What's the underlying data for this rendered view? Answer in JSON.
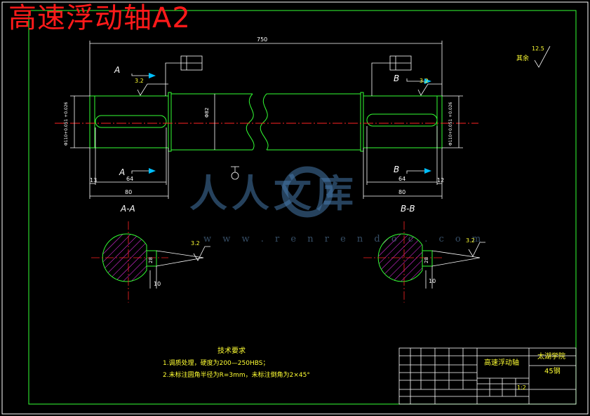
{
  "title": "高速浮动轴A2",
  "watermark": {
    "text": "人人文库",
    "url": "w w w . r e n r e n d o c . c o m"
  },
  "dims": {
    "total_length": "750",
    "left_key_len": "64",
    "left_seg": "80",
    "left_end": "13",
    "right_key_len": "64",
    "right_seg": "80",
    "right_end": "12",
    "mid_dia": "Φ82",
    "left_dia": "Φ110+0.051 +0.026",
    "right_dia": "Φ110+0.051 +0.026",
    "key_width_a": "28",
    "key_depth_a": "10",
    "key_width_b": "28",
    "key_depth_b": "10"
  },
  "roughness": {
    "left": "3.2",
    "right": "3.2",
    "section_a": "3.2",
    "section_b": "3.2",
    "rest": "12.5",
    "rest_label": "其余"
  },
  "section_labels": {
    "a": "A",
    "b": "B",
    "aa": "A-A",
    "bb": "B-B"
  },
  "tech": {
    "heading": "技术要求",
    "line1": "1.调质处理，硬度为200—250HBS；",
    "line2": "2.未标注圆角半径为R=3mm，未标注倒角为2×45°"
  },
  "title_block": {
    "part": "高速浮动轴",
    "school": "太湖学院",
    "material": "45钢",
    "scale": "1:2"
  }
}
